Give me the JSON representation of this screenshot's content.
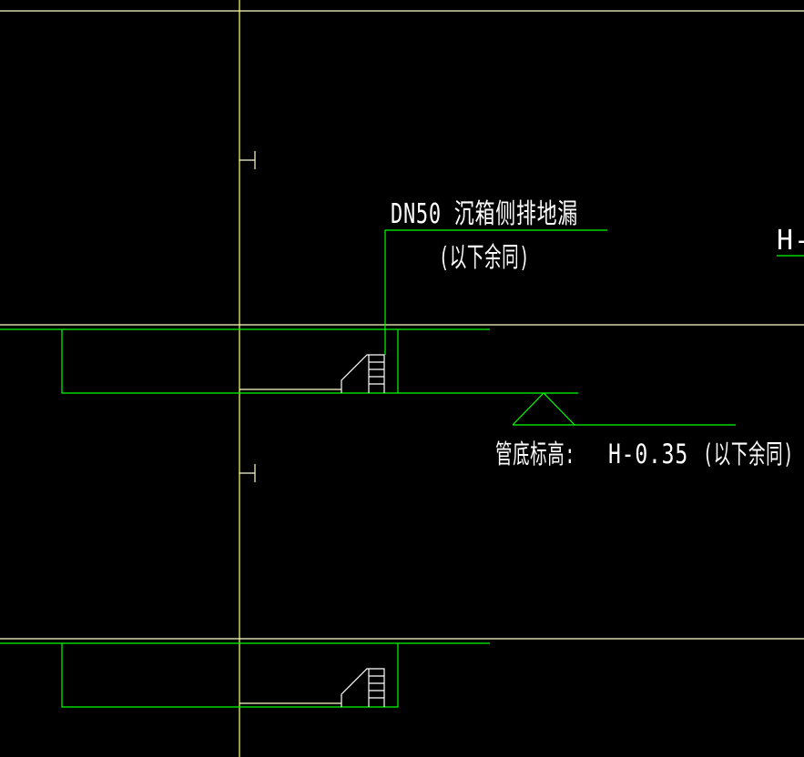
{
  "drawing": {
    "colors": {
      "background": "#000000",
      "axis": "#ffff66",
      "floor_line": "#ffffcc",
      "pipe": "#00ff00",
      "text": "#ffffff"
    },
    "labels": {
      "drain_spec": "DN50  沉箱侧排地漏",
      "drain_note": "(以下余同)",
      "elevation_label": "管底标高:",
      "elevation_value": "H-0.35",
      "elevation_note": "(以下余同)",
      "cut_off_label": "H-"
    }
  }
}
